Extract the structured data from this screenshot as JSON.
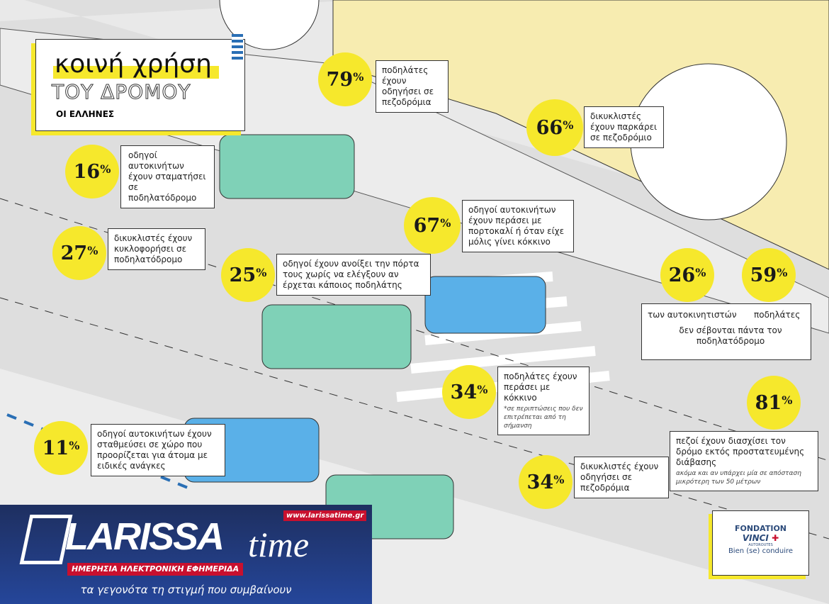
{
  "title": {
    "line1": "κοινή χρήση",
    "line2": "ΤΟΥ ΔΡΟΜΟΥ",
    "line3": "ΟΙ ΕΛΛΗΝΕΣ"
  },
  "stats": [
    {
      "value": "79",
      "unit": "%",
      "text": "ποδηλάτες έχουν οδηγήσει σε πεζοδρόμια"
    },
    {
      "value": "66",
      "unit": "%",
      "text": "δικυκλιστές έχουν παρκάρει σε πεζοδρόμιο"
    },
    {
      "value": "16",
      "unit": "%",
      "text": "οδηγοί αυτοκινήτων έχουν σταματήσει σε ποδηλατόδρομο"
    },
    {
      "value": "67",
      "unit": "%",
      "text": "οδηγοί αυτοκινήτων έχουν περάσει με πορτοκαλί ή όταν είχε μόλις γίνει κόκκινο"
    },
    {
      "value": "27",
      "unit": "%",
      "text": "δικυκλιστές έχουν κυκλοφορήσει σε ποδηλατόδρομο"
    },
    {
      "value": "25",
      "unit": "%",
      "text": "οδηγοί έχουν ανοίξει την πόρτα τους χωρίς να ελέγξουν αν έρχεται κάποιος ποδηλάτης"
    },
    {
      "value": "26",
      "unit": "%",
      "text": "των αυτοκινητιστών"
    },
    {
      "value": "59",
      "unit": "%",
      "text": "ποδηλάτες",
      "shared": "δεν σέβονται πάντα τον ποδηλατόδρομο"
    },
    {
      "value": "34",
      "unit": "%",
      "text": "ποδηλάτες έχουν περάσει με κόκκινο",
      "note": "*σε περιπτώσεις που δεν επιτρέπεται από τη σήμανση"
    },
    {
      "value": "81",
      "unit": "%",
      "text": "πεζοί έχουν διασχίσει τον δρόμο εκτός προστατευμένης διάβασης",
      "note": "ακόμα και αν υπάρχει μία σε απόσταση μικρότερη των 50 μέτρων"
    },
    {
      "value": "11",
      "unit": "%",
      "text": "οδηγοί αυτοκινήτων έχουν σταθμεύσει σε χώρο που προορίζεται για άτομα με ειδικές ανάγκες"
    },
    {
      "value": "34",
      "unit": "%",
      "text": "δικυκλιστές έχουν οδηγήσει σε πεζοδρόμια"
    }
  ],
  "sponsor": {
    "line1": "FONDATION",
    "line2": "VINCI",
    "line3": "AUTOROUTES",
    "line4": "Bien (se) conduire"
  },
  "banner": {
    "brand": "LARISSA",
    "brand2": "time",
    "url": "www.larissatime.gr",
    "subtitle": "ΗΜΕΡΗΣΙΑ ΗΛΕΚΤΡΟΝΙΚΗ ΕΦΗΜΕΡΙΔΑ",
    "slogan": "τα γεγονότα τη στιγμή που συμβαίνουν"
  },
  "colors": {
    "accent": "#f6e82c",
    "building": "#f7ecb0",
    "road": "#d8d8d8",
    "banner": "#25469a",
    "red": "#c8102e"
  }
}
